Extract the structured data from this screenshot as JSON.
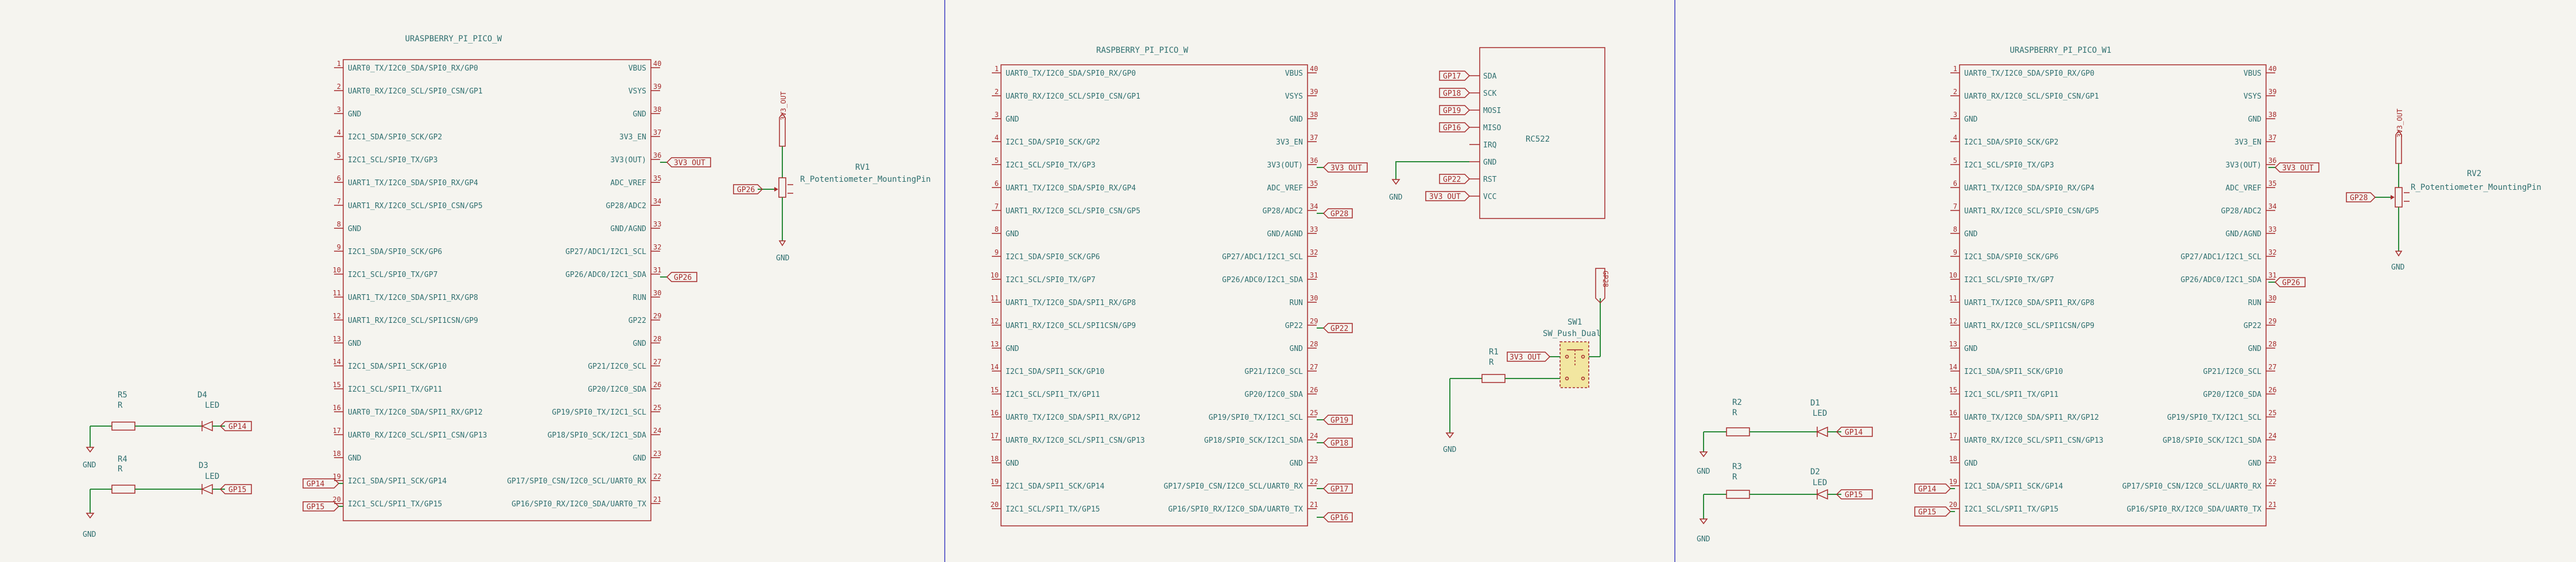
{
  "colors": {
    "background": "#f5f4ef",
    "symbol_outline": "#a52a2a",
    "text": "#2f6f6f",
    "wire": "#2a8a3a",
    "pin_number": "#a52a2a",
    "label_text": "#a52a2a",
    "divider": "#6a6acd"
  },
  "pico_pins_left": [
    "UART0_TX/I2C0_SDA/SPI0_RX/GP0",
    "UART0_RX/I2C0_SCL/SPI0_CSN/GP1",
    "GND",
    "I2C1_SDA/SPI0_SCK/GP2",
    "I2C1_SCL/SPI0_TX/GP3",
    "UART1_TX/I2C0_SDA/SPI0_RX/GP4",
    "UART1_RX/I2C0_SCL/SPI0_CSN/GP5",
    "GND",
    "I2C1_SDA/SPI0_SCK/GP6",
    "I2C1_SCL/SPI0_TX/GP7",
    "UART1_TX/I2C0_SDA/SPI1_RX/GP8",
    "UART1_RX/I2C0_SCL/SPI1CSN/GP9",
    "GND",
    "I2C1_SDA/SPI1_SCK/GP10",
    "I2C1_SCL/SPI1_TX/GP11",
    "UART0_TX/I2C0_SDA/SPI1_RX/GP12",
    "UART0_RX/I2C0_SCL/SPI1_CSN/GP13",
    "GND",
    "I2C1_SDA/SPI1_SCK/GP14",
    "I2C1_SCL/SPI1_TX/GP15"
  ],
  "pico_nums_left": [
    "1",
    "2",
    "3",
    "4",
    "5",
    "6",
    "7",
    "8",
    "9",
    "10",
    "11",
    "12",
    "13",
    "14",
    "15",
    "16",
    "17",
    "18",
    "19",
    "20"
  ],
  "pico_nums_right": [
    "40",
    "39",
    "38",
    "37",
    "36",
    "35",
    "34",
    "33",
    "32",
    "31",
    "30",
    "29",
    "28",
    "27",
    "26",
    "25",
    "24",
    "23",
    "22",
    "21"
  ],
  "pico_pins_right_a": [
    "VBUS",
    "VSYS",
    "GND",
    "3V3_EN",
    "3V3(OUT)",
    "ADC_VREF",
    "GP28/ADC2",
    "GND/AGND",
    "GP27/ADC1/I2C1_SCL",
    "GP26/ADC0/I2C1_SDA",
    "RUN",
    "GP22",
    "GND",
    "GP21/I2C0_SCL",
    "GP20/I2C0_SDA",
    "GP19/SPI0_TX/I2C1_SCL",
    "GP18/SPI0_SCK/I2C1_SDA",
    "GND",
    "GP17/SPI0_CSN/I2C0_SCL/UART0_RX",
    "GP16/SPI0_RX/I2C0_SDA/UART0_TX"
  ],
  "pico_pins_right_b": [
    "VBUS",
    "VSYS",
    "GND",
    "3V3_EN",
    "3V3(OUT)",
    "ADC_VREF",
    "GP28/ADC2",
    "GND/AGND",
    "GP27/ADC1/I2C1_SCL",
    "GP26/ADC0/I2C1_SDA",
    "RUN",
    "GP22",
    "GND",
    "GP21/I2C0_SCL",
    "GP20/I2C0_SDA",
    "GP19/SPI0_TX/I2C1_SCL",
    "GP18/SPI0_SCK/I2C1_SDA",
    "GND",
    "GP17/SPI0_CSN/I2C0_SCL/UART0_RX",
    "GP16/SPI0_RX/I2C0_SDA/UART0_TX"
  ],
  "pico_pins_right_c": [
    "VBUS",
    "VSYS",
    "GND",
    "3V3_EN",
    "3V3(OUT)",
    "ADC_VREF",
    "GP28/ADC2",
    "GND/AGND",
    "GP27/ADC1/I2C1_SCL",
    "GP26/ADC0/I2C1_SDA",
    "RUN",
    "GP22",
    "GND",
    "GP21/I2C0_SCL",
    "GP20/I2C0_SDA",
    "GP19/SPI0_TX/I2C1_SCL",
    "GP18/SPI0_SCK/I2C1_SDA",
    "GND",
    "GP17/SPI0_CSN/I2C0_SCL/UART0_RX",
    "GP16/SPI0_RX/I2C0_SDA/UART0_TX"
  ],
  "sheet1": {
    "pico_ref": "URASPBERRY_PI_PICO_W",
    "net_3v3": "3V3_OUT",
    "net_gp26": "GP26",
    "net_gp14_left": "GP14",
    "net_gp15_left": "GP15",
    "pot_ref": "RV1",
    "pot_value": "R_Potentiometer_MountingPin",
    "pot_top": "3V3_OUT",
    "pot_wiper": "GP26",
    "pot_gnd": "GND",
    "r5_ref": "R5",
    "r5_val": "R",
    "r4_ref": "R4",
    "r4_val": "R",
    "d4_ref": "D4",
    "d4_val": "LED",
    "d4_net": "GP14",
    "d3_ref": "D3",
    "d3_val": "LED",
    "d3_net": "GP15",
    "gnd1": "GND",
    "gnd2": "GND"
  },
  "sheet2": {
    "pico_ref": "RASPBERRY_PI_PICO_W",
    "net_3v3": "3V3_OUT",
    "net_gp28": "GP28",
    "net_gp22": "GP22",
    "net_gp19": "GP19",
    "net_gp18": "GP18",
    "net_gp17": "GP17",
    "net_gp16": "GP16",
    "rc_ref": "RC522",
    "rc_pins": [
      "SDA",
      "SCK",
      "MOSI",
      "MISO",
      "IRQ",
      "GND",
      "RST",
      "VCC"
    ],
    "rc_nets": [
      "GP17",
      "GP18",
      "GP19",
      "GP16",
      "",
      "",
      "GP22",
      "3V3_OUT"
    ],
    "rc_gnd": "GND",
    "sw_ref": "SW1",
    "sw_val": "SW_Push_Dual",
    "sw_net": "3V3_OUT",
    "sw_top_net": "GP28",
    "r1_ref": "R1",
    "r1_val": "R",
    "gnd": "GND"
  },
  "sheet3": {
    "pico_ref": "URASPBERRY_PI_PICO_W1",
    "net_3v3": "3V3_OUT",
    "net_gp26": "GP26",
    "net_gp14_left": "GP14",
    "net_gp15_left": "GP15",
    "pot_ref": "RV2",
    "pot_value": "R_Potentiometer_MountingPin",
    "pot_top": "3V3_OUT",
    "pot_wiper": "GP28",
    "pot_gnd": "GND",
    "r2_ref": "R2",
    "r2_val": "R",
    "r3_ref": "R3",
    "r3_val": "R",
    "d1_ref": "D1",
    "d1_val": "LED",
    "d1_net": "GP14",
    "d2_ref": "D2",
    "d2_val": "LED",
    "d2_net": "GP15",
    "gnd1": "GND",
    "gnd2": "GND"
  }
}
